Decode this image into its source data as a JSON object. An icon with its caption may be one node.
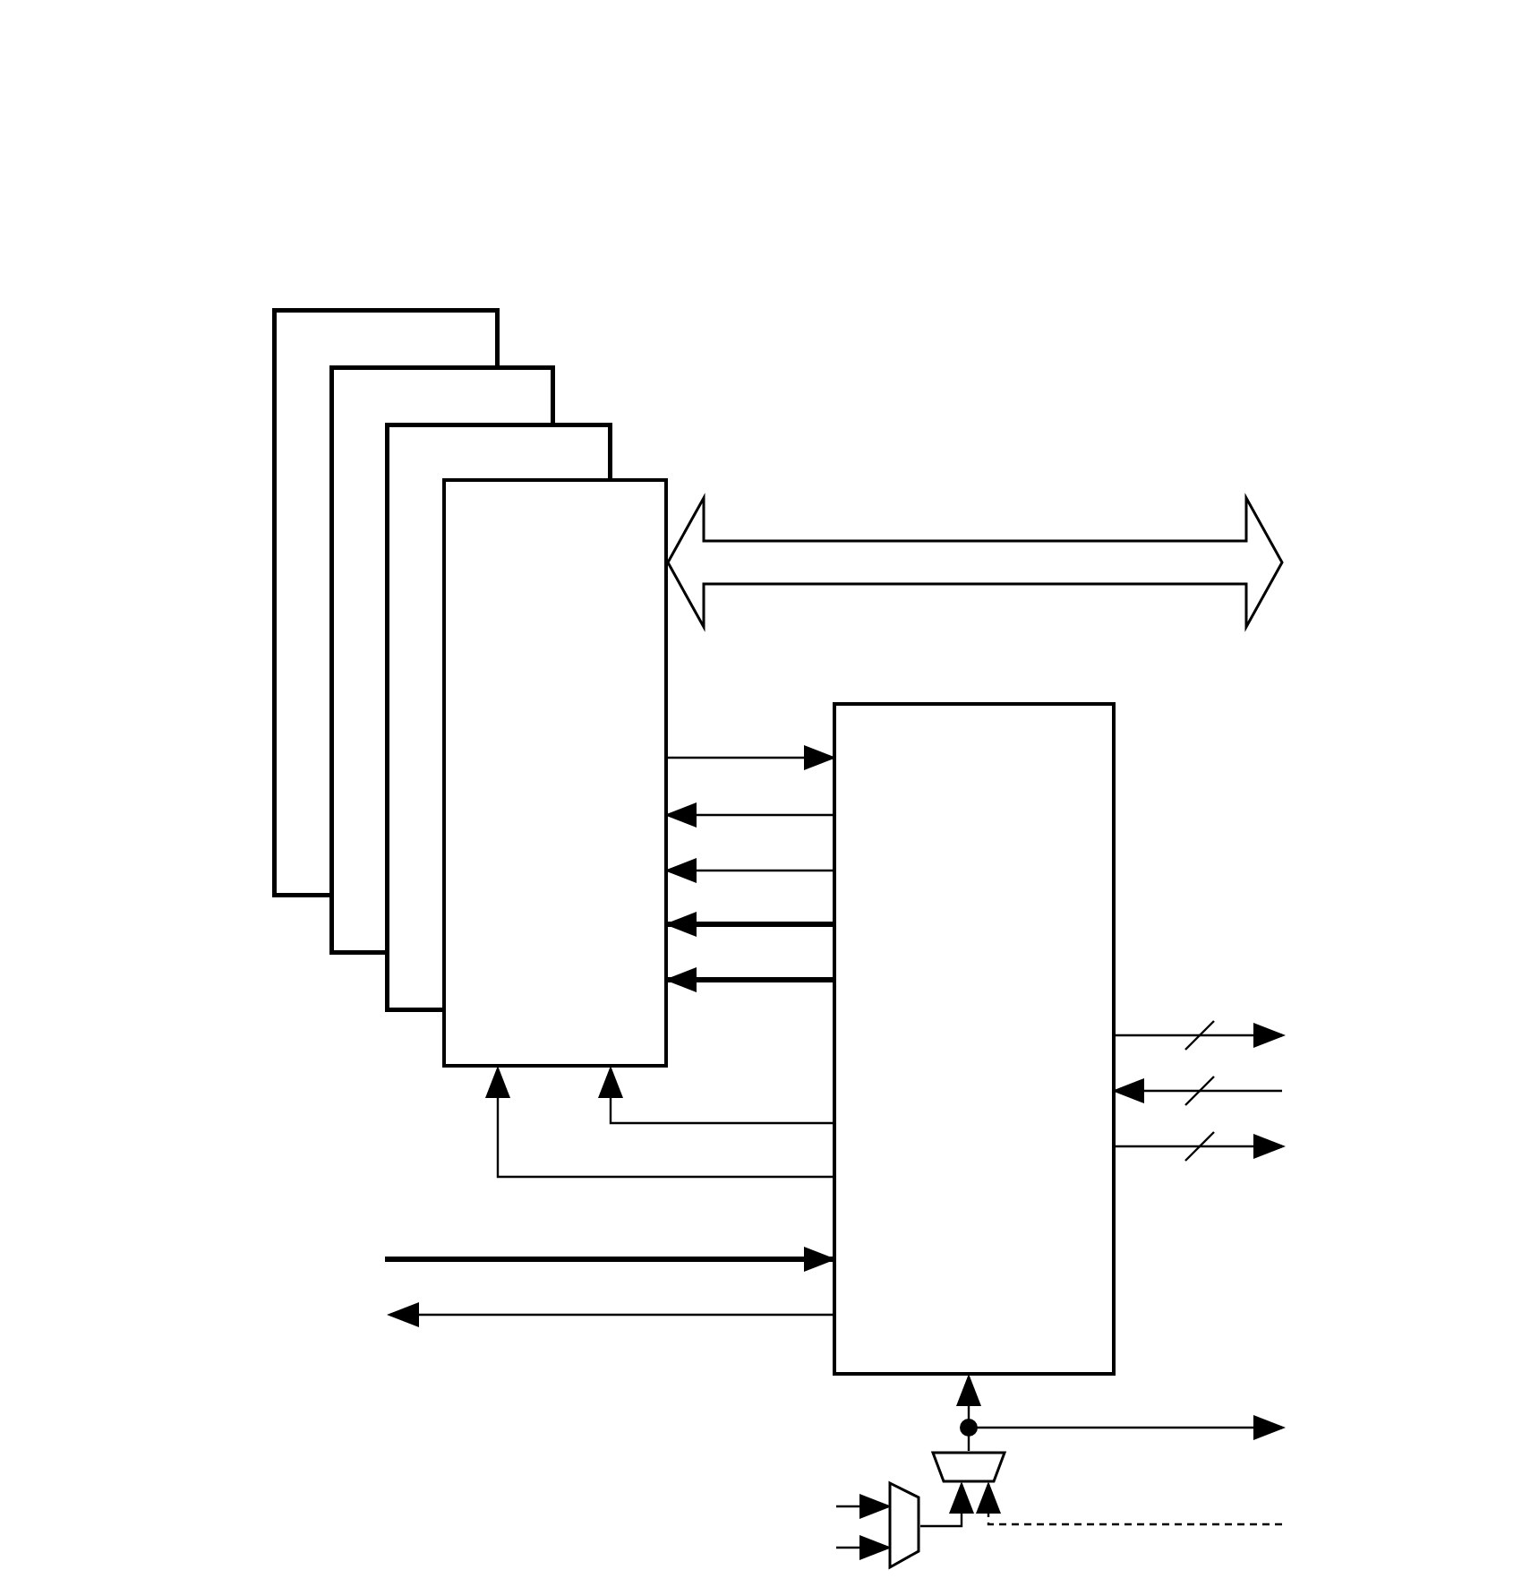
{
  "diagram": {
    "nodes": [
      {
        "text": [],
        "shape": "box"
      },
      {
        "text": [],
        "shape": "box"
      },
      {
        "text": [],
        "shape": "box"
      },
      {
        "text": [],
        "shape": "box"
      },
      {
        "text": [],
        "shape": "box"
      },
      {
        "text": [],
        "shape": "trapezoid"
      },
      {
        "text": [],
        "shape": "trapezoid"
      }
    ],
    "edges": [
      {
        "from": 3,
        "to": null,
        "arrow": "both",
        "style": "thick"
      },
      {
        "from": 3,
        "to": 4,
        "arrow": "to"
      },
      {
        "from": 4,
        "to": 3,
        "arrow": "to"
      },
      {
        "from": 4,
        "to": 3,
        "arrow": "to"
      },
      {
        "from": 4,
        "to": 3,
        "arrow": "to",
        "style": "thick"
      },
      {
        "from": 4,
        "to": 3,
        "arrow": "to",
        "style": "thick"
      },
      {
        "from": 4,
        "to": null,
        "arrow": "to"
      },
      {
        "from": null,
        "to": 4,
        "arrow": "to"
      },
      {
        "from": 4,
        "to": null,
        "arrow": "to"
      },
      {
        "from": 4,
        "to": 3,
        "arrow": "to"
      },
      {
        "from": 4,
        "to": 3,
        "arrow": "to"
      },
      {
        "from": null,
        "to": 4,
        "arrow": "to",
        "style": "thick"
      },
      {
        "from": 4,
        "to": null,
        "arrow": "to"
      },
      {
        "from": 5,
        "to": 4,
        "arrow": "to"
      },
      {
        "from": 5,
        "to": null,
        "arrow": "to"
      },
      {
        "from": 6,
        "to": 5,
        "arrow": "to"
      },
      {
        "from": null,
        "to": 5,
        "arrow": "to",
        "style": "dashed"
      },
      {
        "from": null,
        "to": 6,
        "arrow": "to"
      },
      {
        "from": null,
        "to": 6,
        "arrow": "to"
      }
    ]
  }
}
